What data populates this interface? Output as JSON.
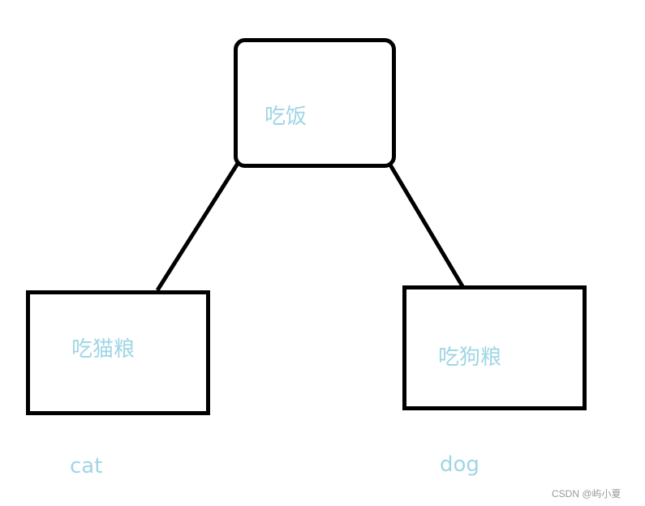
{
  "diagram": {
    "top_node": {
      "label": "吃饭"
    },
    "left_node": {
      "label": "吃猫粮",
      "caption": "cat"
    },
    "right_node": {
      "label": "吃狗粮",
      "caption": "dog"
    },
    "edges": [
      {
        "from": "吃饭",
        "to": "吃猫粮"
      },
      {
        "from": "吃饭",
        "to": "吃狗粮"
      }
    ],
    "colors": {
      "stroke": "#000000",
      "text": "#9fd6e4"
    }
  },
  "watermark": "CSDN @屿小夏"
}
